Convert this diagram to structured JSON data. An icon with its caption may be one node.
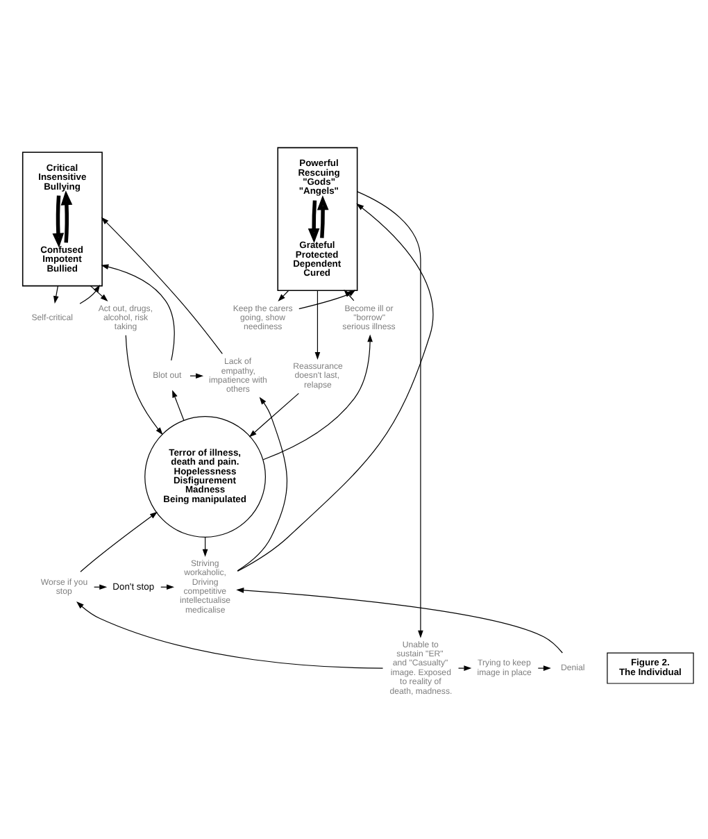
{
  "diagram": {
    "nodes": [
      {
        "text": [],
        "shape": "box"
      },
      {
        "text": [
          "Critical Insensitive Bullying"
        ],
        "in": 0
      },
      {
        "text": [
          "Confused Impotent Bullied"
        ],
        "in": 0
      },
      {
        "text": [],
        "shape": "box"
      },
      {
        "text": [
          "Powerful Rescuing \"Gods\" \"Angels\""
        ],
        "in": 3
      },
      {
        "text": [
          "Grateful Protected Dependent Cured"
        ],
        "in": 3
      },
      {
        "text": [
          "Self-critical"
        ]
      },
      {
        "text": [
          "Keep the carers going, show neediness"
        ]
      },
      {
        "text": [
          "Act out, drugs, alcohol, risk taking"
        ]
      },
      {
        "text": [
          "Lack of empathy, impatience with others"
        ]
      },
      {
        "text": [
          "Blot out"
        ]
      },
      {
        "text": [
          "Become ill or \"borrow\" serious illness"
        ]
      },
      {
        "text": [
          "Terror of illness, death and pain.",
          "Hopelessness",
          "Disfigurement",
          "Madness",
          "Being manipulated"
        ]
      },
      {
        "text": [
          "Reassurance doesn't last, relapse"
        ]
      },
      {
        "text": [
          "Striving workaholic, Driving competitive intellectualise medicalise"
        ]
      },
      {
        "text": [
          "Don't stop"
        ]
      },
      {
        "text": [
          "Worse if you stop"
        ]
      },
      {
        "text": [
          "Unable to sustain \"ER\" and \"Casualty\" image. Exposed to reality of death, madness."
        ]
      },
      {
        "text": [
          "Denial"
        ]
      },
      {
        "text": [
          "Trying to keep image in place"
        ]
      },
      {
        "text": [
          "Figure 2.",
          "The Individual"
        ]
      }
    ],
    "edges": [
      {
        "from": 1,
        "to": 2,
        "arrow": "to",
        "style": "thick"
      },
      {
        "from": 2,
        "to": 1,
        "arrow": "to",
        "style": "thick"
      },
      {
        "from": 4,
        "to": 5,
        "arrow": "to",
        "style": "thick"
      },
      {
        "from": 5,
        "to": 4,
        "arrow": "to",
        "style": "thick"
      },
      {
        "from": 6,
        "to": 1,
        "arrow": "to"
      },
      {
        "from": 2,
        "to": 6,
        "arrow": "to"
      },
      {
        "from": 9,
        "to": 1,
        "arrow": "to"
      },
      {
        "from": 14,
        "to": 4,
        "arrow": "to"
      },
      {
        "from": 2,
        "to": 8,
        "arrow": "to"
      },
      {
        "from": 8,
        "to": 12,
        "arrow": "to"
      },
      {
        "from": 10,
        "to": 2,
        "arrow": "to"
      },
      {
        "from": 10,
        "to": 9,
        "arrow": "to"
      },
      {
        "from": 12,
        "to": 10,
        "arrow": "to"
      },
      {
        "from": 14,
        "to": 9,
        "arrow": "to"
      },
      {
        "from": 12,
        "to": 11,
        "arrow": "to"
      },
      {
        "from": 11,
        "to": 5,
        "arrow": "to"
      },
      {
        "from": 5,
        "to": 7,
        "arrow": "to"
      },
      {
        "from": 7,
        "to": 4,
        "arrow": "to"
      },
      {
        "from": 5,
        "to": 13,
        "arrow": "to"
      },
      {
        "from": 13,
        "to": 12,
        "arrow": "to"
      },
      {
        "from": 4,
        "to": 17,
        "arrow": "to"
      },
      {
        "from": 16,
        "to": 12,
        "arrow": "to"
      },
      {
        "from": 12,
        "to": 14,
        "arrow": "to"
      },
      {
        "from": 15,
        "to": 14,
        "arrow": "to"
      },
      {
        "from": 16,
        "to": 15,
        "arrow": "to"
      },
      {
        "from": 17,
        "to": 16,
        "arrow": "to"
      },
      {
        "from": 17,
        "to": 19,
        "arrow": "to"
      },
      {
        "from": 19,
        "to": 18,
        "arrow": "to"
      },
      {
        "from": 18,
        "to": 14,
        "arrow": "to"
      }
    ]
  }
}
